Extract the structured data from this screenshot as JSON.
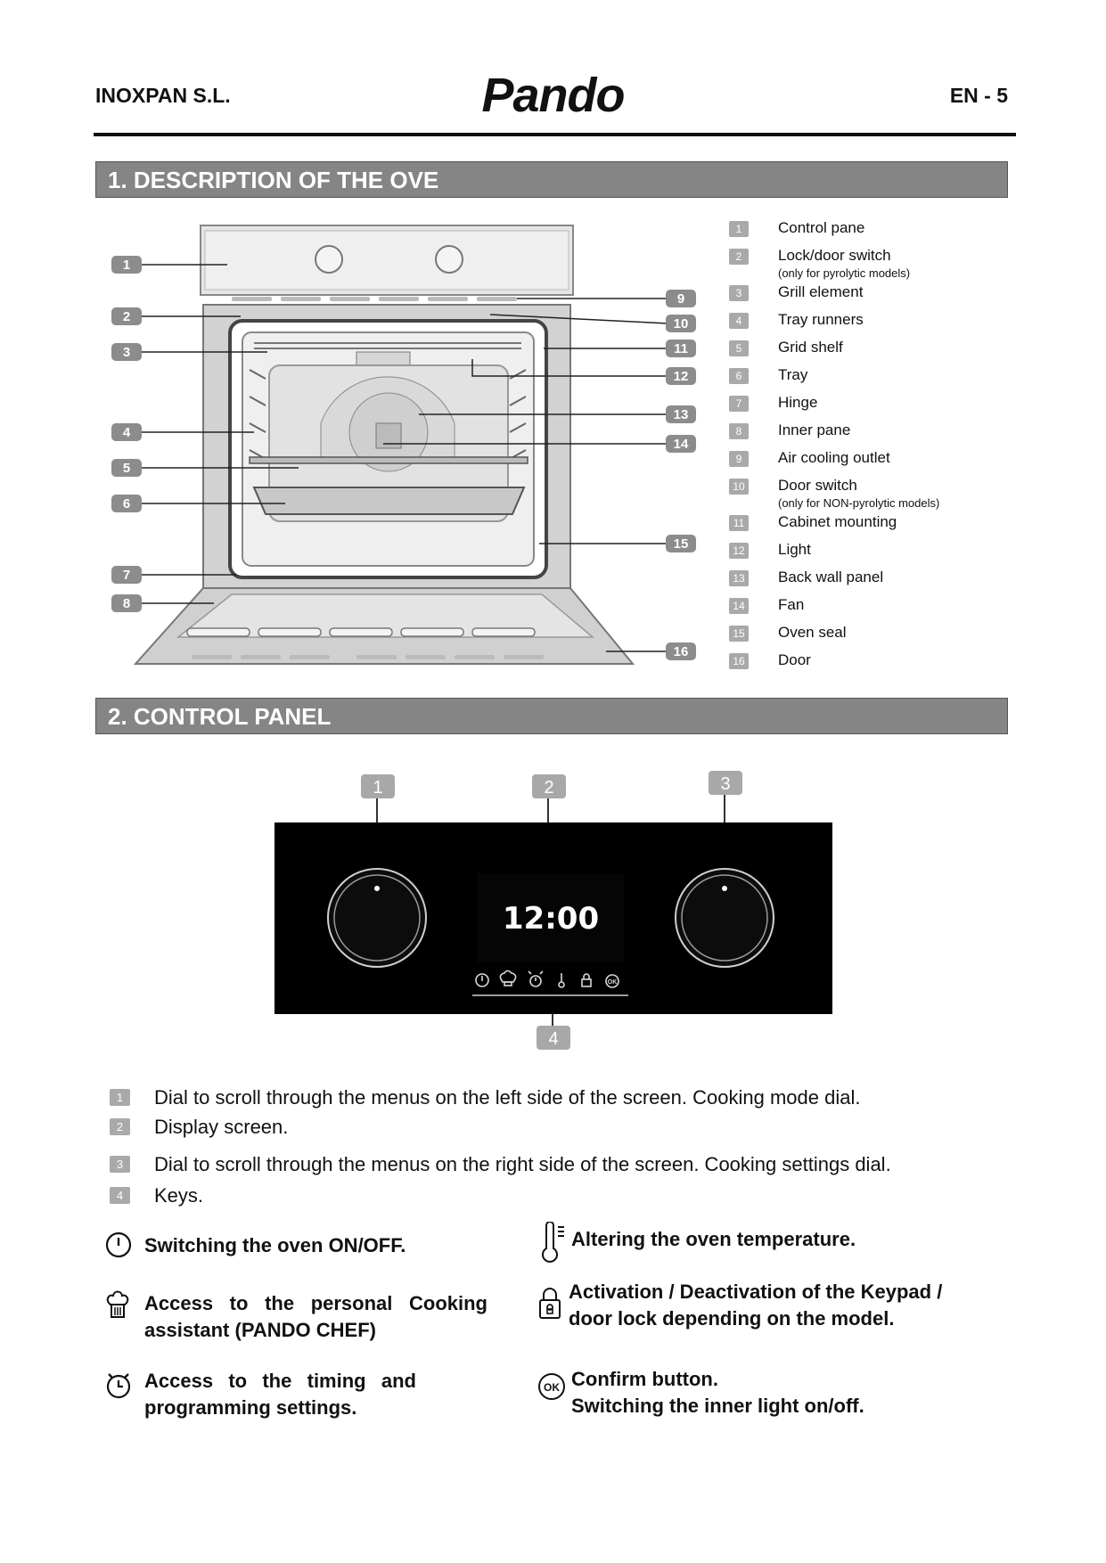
{
  "header": {
    "company": "INOXPAN S.L.",
    "brand": "Pando",
    "page": "EN - 5"
  },
  "section1": {
    "title": "1. DESCRIPTION OF THE OVE",
    "callouts": [
      "1",
      "2",
      "3",
      "4",
      "5",
      "6",
      "7",
      "8",
      "9",
      "10",
      "11",
      "12",
      "13",
      "14",
      "15",
      "16"
    ],
    "legend": [
      {
        "num": "1",
        "label": "Control pane",
        "note": ""
      },
      {
        "num": "2",
        "label": "Lock/door switch",
        "note": "(only for pyrolytic models)"
      },
      {
        "num": "3",
        "label": "Grill element",
        "note": ""
      },
      {
        "num": "4",
        "label": "Tray runners",
        "note": ""
      },
      {
        "num": "5",
        "label": "Grid shelf",
        "note": ""
      },
      {
        "num": "6",
        "label": "Tray",
        "note": ""
      },
      {
        "num": "7",
        "label": "Hinge",
        "note": ""
      },
      {
        "num": "8",
        "label": "Inner pane",
        "note": ""
      },
      {
        "num": "9",
        "label": "Air cooling outlet",
        "note": ""
      },
      {
        "num": "10",
        "label": "Door switch",
        "note": "(only for NON-pyrolytic models)"
      },
      {
        "num": "11",
        "label": "Cabinet mounting",
        "note": ""
      },
      {
        "num": "12",
        "label": "Light",
        "note": ""
      },
      {
        "num": "13",
        "label": "Back wall panel",
        "note": ""
      },
      {
        "num": "14",
        "label": "Fan",
        "note": ""
      },
      {
        "num": "15",
        "label": "Oven seal",
        "note": ""
      },
      {
        "num": "16",
        "label": "Door",
        "note": ""
      }
    ]
  },
  "section2": {
    "title": "2. CONTROL PANEL",
    "panel": {
      "display_time": "12:00",
      "callouts": [
        "1",
        "2",
        "3",
        "4"
      ],
      "key_icons": [
        "power-icon",
        "chef-hat-icon",
        "alarm-clock-icon",
        "thermometer-icon",
        "lock-icon",
        "ok-icon"
      ]
    },
    "descriptions": [
      {
        "num": "1",
        "text": "Dial to scroll through the menus on the left side of the screen. Cooking mode dial."
      },
      {
        "num": "2",
        "text": "Display screen."
      },
      {
        "num": "3",
        "text": "Dial to scroll through the menus on the right side of the screen. Cooking settings dial."
      },
      {
        "num": "4",
        "text": "Keys."
      }
    ],
    "keys": {
      "power": {
        "line1": "Switching the oven ON/OFF."
      },
      "chef": {
        "line1": "Access to the personal Cooking",
        "line2": "assistant (PANDO CHEF)"
      },
      "timer": {
        "line1": "Access to the timing and",
        "line2": "programming settings."
      },
      "temperature": {
        "line1": "Altering the oven temperature."
      },
      "lock": {
        "line1": "Activation / Deactivation of the Keypad /",
        "line2": "door lock depending on the model."
      },
      "ok": {
        "line1": "Confirm button.",
        "line2": "Switching the inner light on/off."
      }
    }
  }
}
